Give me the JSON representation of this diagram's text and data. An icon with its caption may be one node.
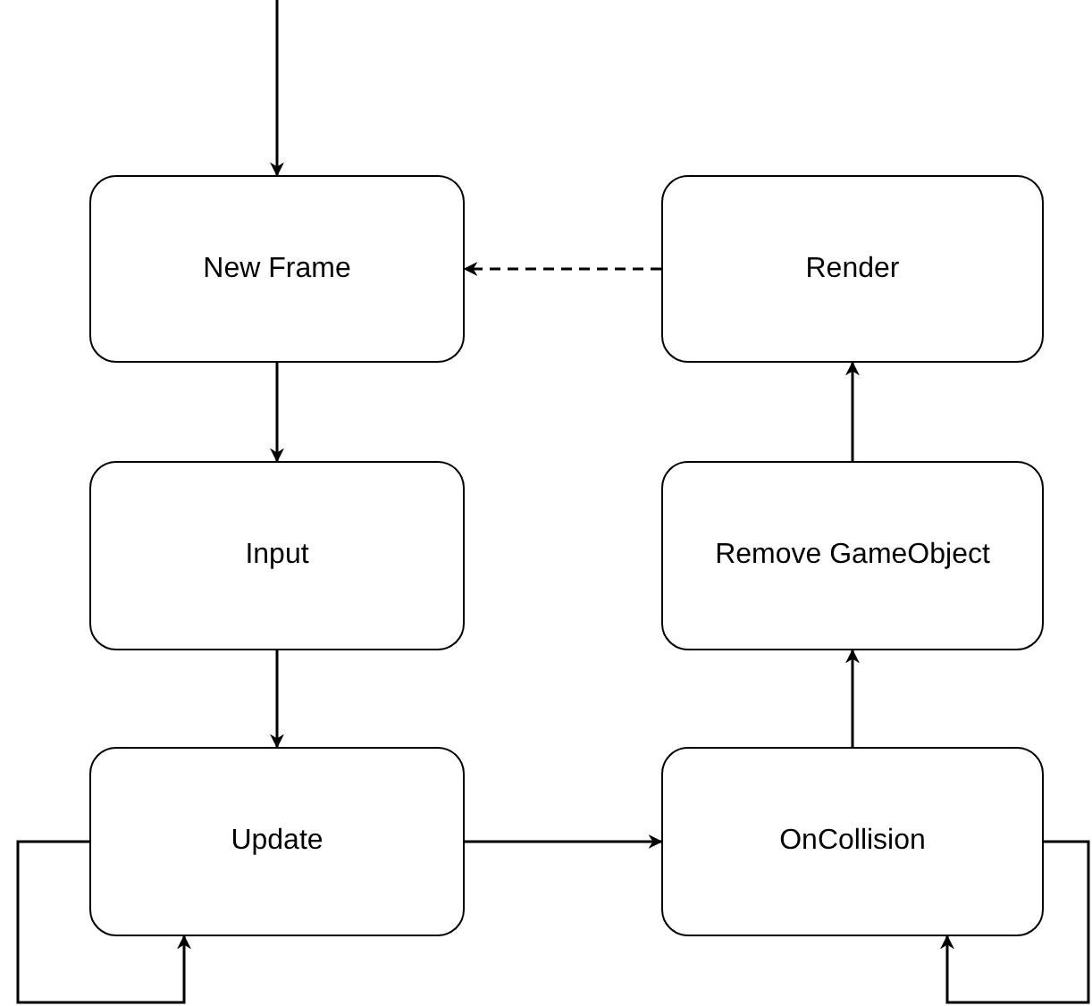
{
  "diagram": {
    "nodes": [
      {
        "text": [
          "New Frame"
        ]
      },
      {
        "text": [
          "Render"
        ]
      },
      {
        "text": [
          "Input"
        ]
      },
      {
        "text": [
          "Remove GameObject"
        ]
      },
      {
        "text": [
          "Update"
        ]
      },
      {
        "text": [
          "OnCollision"
        ]
      }
    ],
    "edges": [
      {
        "from": null,
        "to": 0,
        "arrow": "to"
      },
      {
        "from": 1,
        "to": 0,
        "arrow": "to",
        "style": "dashed"
      },
      {
        "from": 0,
        "to": 2,
        "arrow": "to"
      },
      {
        "from": 3,
        "to": 1,
        "arrow": "to"
      },
      {
        "from": 2,
        "to": 4,
        "arrow": "to"
      },
      {
        "from": 5,
        "to": 3,
        "arrow": "to"
      },
      {
        "from": 4,
        "to": 5,
        "arrow": "to"
      },
      {
        "from": 4,
        "to": 4,
        "arrow": "to"
      },
      {
        "from": 5,
        "to": 5,
        "arrow": "to"
      }
    ]
  }
}
